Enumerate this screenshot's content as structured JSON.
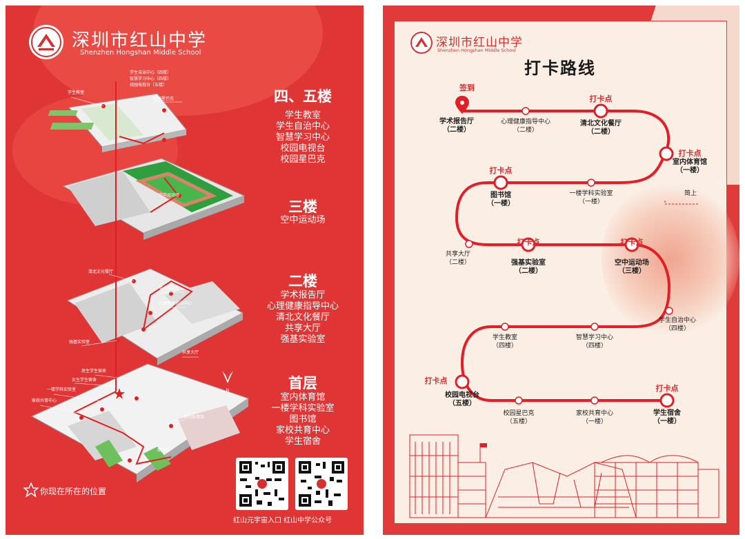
{
  "left": {
    "logo_cn": "深圳市红山中学",
    "logo_en": "Shenzhen Hongshan Middle School",
    "floors": [
      {
        "title": "四、五楼",
        "items": [
          "学生教室",
          "学生自治中心",
          "智慧学习中心",
          "校园电视台",
          "校园星巴克"
        ]
      },
      {
        "title": "三楼",
        "items": [
          "空中运动场"
        ]
      },
      {
        "title": "二楼",
        "items": [
          "学术报告厅",
          "心理健康指导中心",
          "清北文化餐厅",
          "共享大厅",
          "强基实验室"
        ]
      },
      {
        "title": "首层",
        "items": [
          "室内体育馆",
          "一楼学科实验室",
          "图书馆",
          "家校共育中心",
          "学生宿舍"
        ]
      }
    ],
    "iso_labels": {
      "top_a": "学生自治中心（四楼）",
      "top_b": "智慧学习中心（四楼）",
      "top_c": "校园电视台（五楼）",
      "classroom": "学生教室",
      "starbucks": "校园星巴克",
      "sportsfield": "空中运动场",
      "canteen": "清北文化餐厅",
      "lecture": "学术报告厅",
      "psych": "心理健康指导中心",
      "lab2": "强基实验室",
      "hall": "共享大厅",
      "boys_dorm": "男生学生宿舍",
      "girls_dorm": "女生学生宿舍",
      "lab1": "一楼学科实验室",
      "parent": "家校共育中心",
      "gym": "室内体育馆",
      "library": "图书馆"
    },
    "you_are_here": "你现在所在的位置",
    "qr_caption": "红山元宇宙入口  红山中学公众号"
  },
  "right": {
    "logo_cn": "深圳市红山中学",
    "logo_en": "Shenzhen Hongshan Middle School",
    "title": "打卡路线",
    "start_label": "签到",
    "checkpoint_label": "打卡点",
    "stair_label": "简上",
    "stops": {
      "s1": {
        "name": "学术报告厅",
        "floor": "（二楼）"
      },
      "s2": {
        "name": "心理健康指导中心",
        "floor": "（二楼）"
      },
      "s3": {
        "name": "清北文化餐厅",
        "floor": "（二楼）"
      },
      "s4": {
        "name": "室内体育馆",
        "floor": "（一楼）"
      },
      "s5": {
        "name": "一楼学科实验室",
        "floor": "（一楼）"
      },
      "s6": {
        "name": "图书馆",
        "floor": "（一楼）"
      },
      "s7": {
        "name": "共享大厅",
        "floor": "（二楼）"
      },
      "s8": {
        "name": "强基实验室",
        "floor": "（二楼）"
      },
      "s9": {
        "name": "空中运动场",
        "floor": "（三楼）"
      },
      "s10": {
        "name": "学生自治中心",
        "floor": "（四楼）"
      },
      "s11": {
        "name": "智慧学习中心",
        "floor": "（四楼）"
      },
      "s12": {
        "name": "学生教室",
        "floor": "（四楼）"
      },
      "s13": {
        "name": "校园电视台",
        "floor": "（五楼）"
      },
      "s14": {
        "name": "校园星巴克",
        "floor": "（五楼）"
      },
      "s15": {
        "name": "家校共育中心",
        "floor": "（一楼）"
      },
      "s16": {
        "name": "学生宿舍",
        "floor": "（一楼）"
      }
    }
  }
}
